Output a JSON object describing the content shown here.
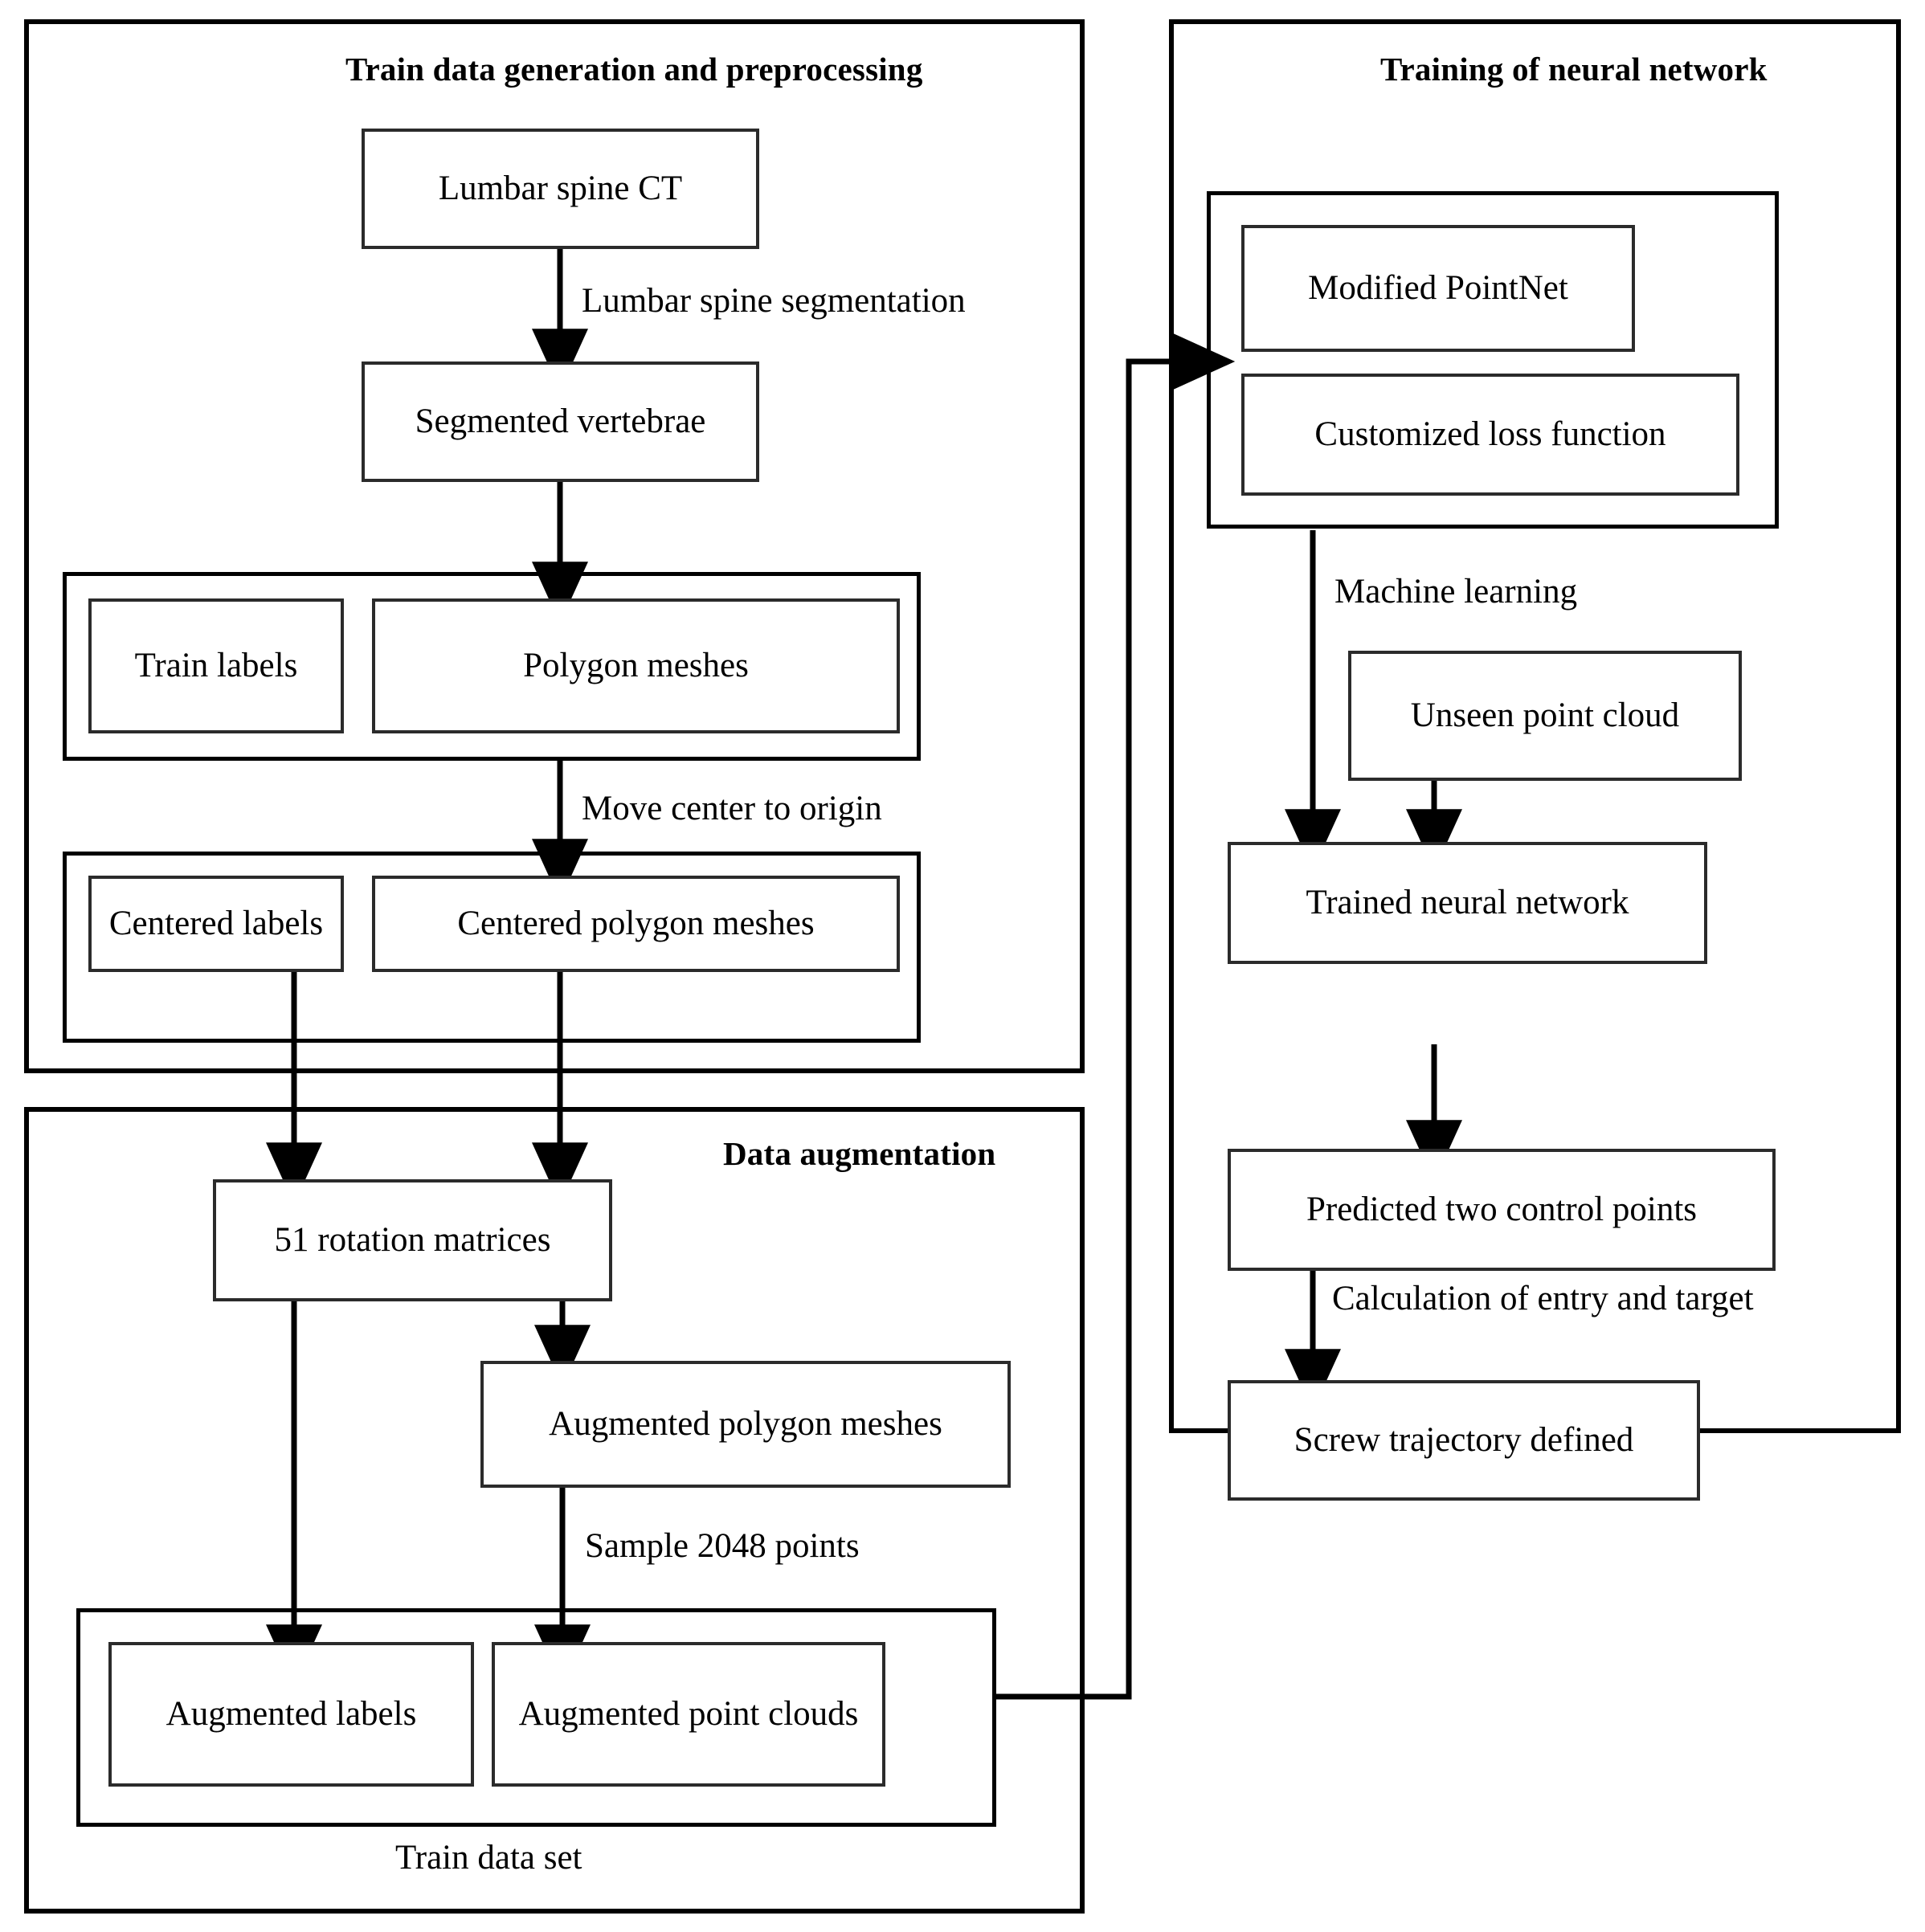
{
  "figure": {
    "type": "flowchart",
    "panels": [
      {
        "id": "preprocessing",
        "title": "Train data generation and preprocessing",
        "nodes": [
          {
            "id": "lumbar-spine-ct",
            "label": "Lumbar spine CT"
          },
          {
            "id": "segmented-vertebrae",
            "label": "Segmented vertebrae"
          },
          {
            "id": "train-labels",
            "label": "Train labels"
          },
          {
            "id": "polygon-meshes",
            "label": "Polygon meshes"
          },
          {
            "id": "centered-labels",
            "label": "Centered labels"
          },
          {
            "id": "centered-polygon-meshes",
            "label": "Centered polygon meshes"
          }
        ],
        "edge_labels": [
          {
            "id": "lumbar-spine-segmentation",
            "label": "Lumbar spine segmentation"
          },
          {
            "id": "move-center-to-origin",
            "label": "Move center to origin"
          }
        ]
      },
      {
        "id": "augmentation",
        "title": "Data augmentation",
        "nodes": [
          {
            "id": "rotation-matrices",
            "label": "51 rotation matrices"
          },
          {
            "id": "augmented-polygon-meshes",
            "label": "Augmented polygon meshes"
          },
          {
            "id": "augmented-labels",
            "label": "Augmented labels"
          },
          {
            "id": "augmented-point-clouds",
            "label": "Augmented point clouds"
          }
        ],
        "edge_labels": [
          {
            "id": "sample-2048-points",
            "label": "Sample 2048 points"
          }
        ],
        "group_labels": [
          {
            "id": "train-data-set",
            "label": "Train data set"
          }
        ]
      },
      {
        "id": "training",
        "title": "Training of neural network",
        "nodes": [
          {
            "id": "modified-pointnet",
            "label": "Modified PointNet"
          },
          {
            "id": "customized-loss-function",
            "label": "Customized loss function"
          },
          {
            "id": "unseen-point-cloud",
            "label": "Unseen point cloud"
          },
          {
            "id": "trained-neural-network",
            "label": "Trained neural network"
          },
          {
            "id": "predicted-two-control-points",
            "label": "Predicted two control points"
          },
          {
            "id": "screw-trajectory-defined",
            "label": "Screw trajectory defined"
          }
        ],
        "edge_labels": [
          {
            "id": "machine-learning",
            "label": "Machine learning"
          },
          {
            "id": "calculation-of-entry-and-target",
            "label": "Calculation of entry and target"
          }
        ]
      }
    ],
    "colors": {
      "background": "#ffffff",
      "stroke": "#000000",
      "node_border": "#2b2b2b",
      "text": "#000000"
    }
  }
}
